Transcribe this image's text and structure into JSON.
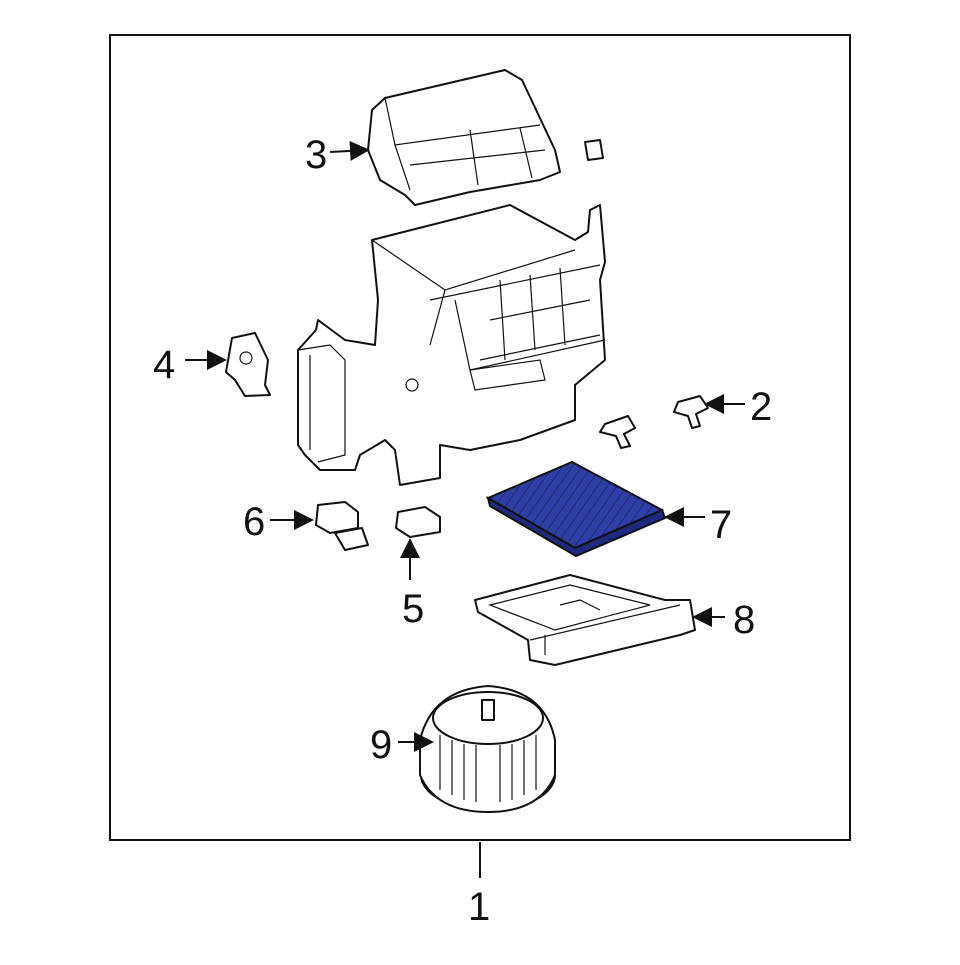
{
  "diagram": {
    "accent_color": "#2f3fa8",
    "callouts": [
      {
        "id": "1",
        "label": "1"
      },
      {
        "id": "2",
        "label": "2"
      },
      {
        "id": "3",
        "label": "3"
      },
      {
        "id": "4",
        "label": "4"
      },
      {
        "id": "5",
        "label": "5"
      },
      {
        "id": "6",
        "label": "6"
      },
      {
        "id": "7",
        "label": "7"
      },
      {
        "id": "8",
        "label": "8"
      },
      {
        "id": "9",
        "label": "9"
      }
    ],
    "highlighted_part": "7"
  }
}
